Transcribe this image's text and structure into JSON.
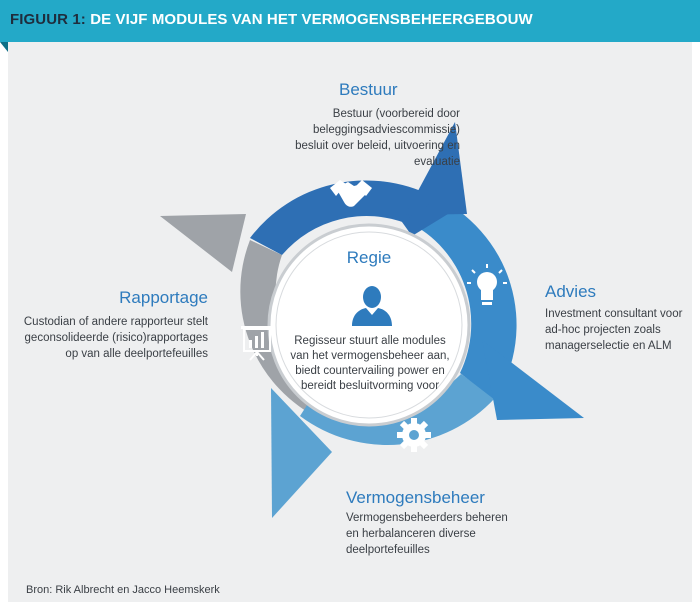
{
  "header": {
    "label": "FIGUUR 1:",
    "title": "DE VIJF MODULES VAN HET VERMOGENSBEHEERGEBOUW"
  },
  "modules": {
    "bestuur": {
      "title": "Bestuur",
      "description": "Bestuur (voorbereid door beleggingsadviescommissie) besluit over beleid, uitvoering en evaluatie",
      "icon": "handshake-icon"
    },
    "advies": {
      "title": "Advies",
      "description": "Investment consultant voor ad-hoc projecten zoals managerselectie en ALM",
      "icon": "lightbulb-icon"
    },
    "vermogensbeheer": {
      "title": "Vermogensbeheer",
      "description": "Vermogensbeheerders beheren en herbalanceren diverse deelportefeuilles",
      "icon": "gear-icon"
    },
    "rapportage": {
      "title": "Rapportage",
      "description": "Custodian of andere rapporteur stelt geconsolideerde (risico)rapportages op van alle deelportefeuilles",
      "icon": "presentation-chart-icon"
    }
  },
  "center": {
    "title": "Regie",
    "description": "Regisseur stuurt alle modules van het vermogensbeheer aan, biedt countervailing power en bereidt besluitvorming voor",
    "icon": "person-icon"
  },
  "colors": {
    "header": "#23a9c8",
    "bestuur": "#2e6fb4",
    "advies": "#3a8bca",
    "vermogensbeheer": "#5ca3d2",
    "rapportage": "#9fa3a8"
  },
  "source": "Bron: Rik Albrecht en Jacco Heemskerk"
}
